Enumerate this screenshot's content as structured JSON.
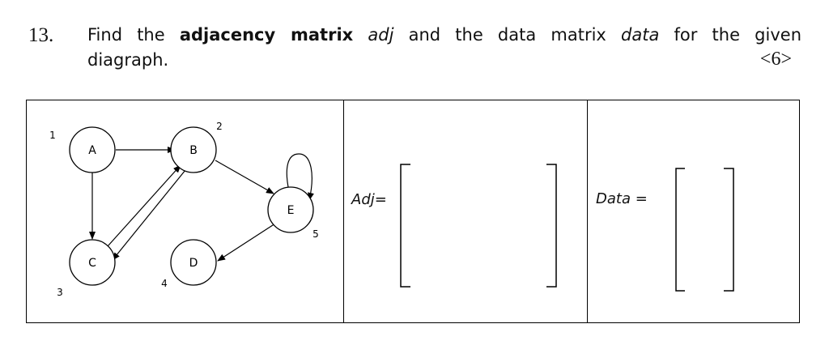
{
  "question": {
    "number": "13.",
    "segments": [
      {
        "text": "Find the ",
        "style": "normal"
      },
      {
        "text": "adjacency matrix",
        "style": "bold"
      },
      {
        "text": " ",
        "style": "normal"
      },
      {
        "text": "adj",
        "style": "italic"
      },
      {
        "text": " and the data matrix ",
        "style": "normal"
      },
      {
        "text": "data",
        "style": "italic"
      },
      {
        "text": " for the given",
        "style": "normal"
      }
    ],
    "line2": "diagraph.",
    "marks": "<6>"
  },
  "graph": {
    "nodes": [
      {
        "id": "A",
        "label": "A",
        "index_label": "1"
      },
      {
        "id": "B",
        "label": "B",
        "index_label": "2"
      },
      {
        "id": "C",
        "label": "C",
        "index_label": "3"
      },
      {
        "id": "D",
        "label": "D",
        "index_label": "4"
      },
      {
        "id": "E",
        "label": "E",
        "index_label": "5"
      }
    ],
    "edges": [
      {
        "from": "A",
        "to": "B"
      },
      {
        "from": "A",
        "to": "C"
      },
      {
        "from": "B",
        "to": "E"
      },
      {
        "from": "C",
        "to": "B"
      },
      {
        "from": "B",
        "to": "C"
      },
      {
        "from": "E",
        "to": "D"
      },
      {
        "from": "E",
        "to": "E"
      }
    ]
  },
  "adj_label": "Adj=",
  "data_label": "Data ="
}
